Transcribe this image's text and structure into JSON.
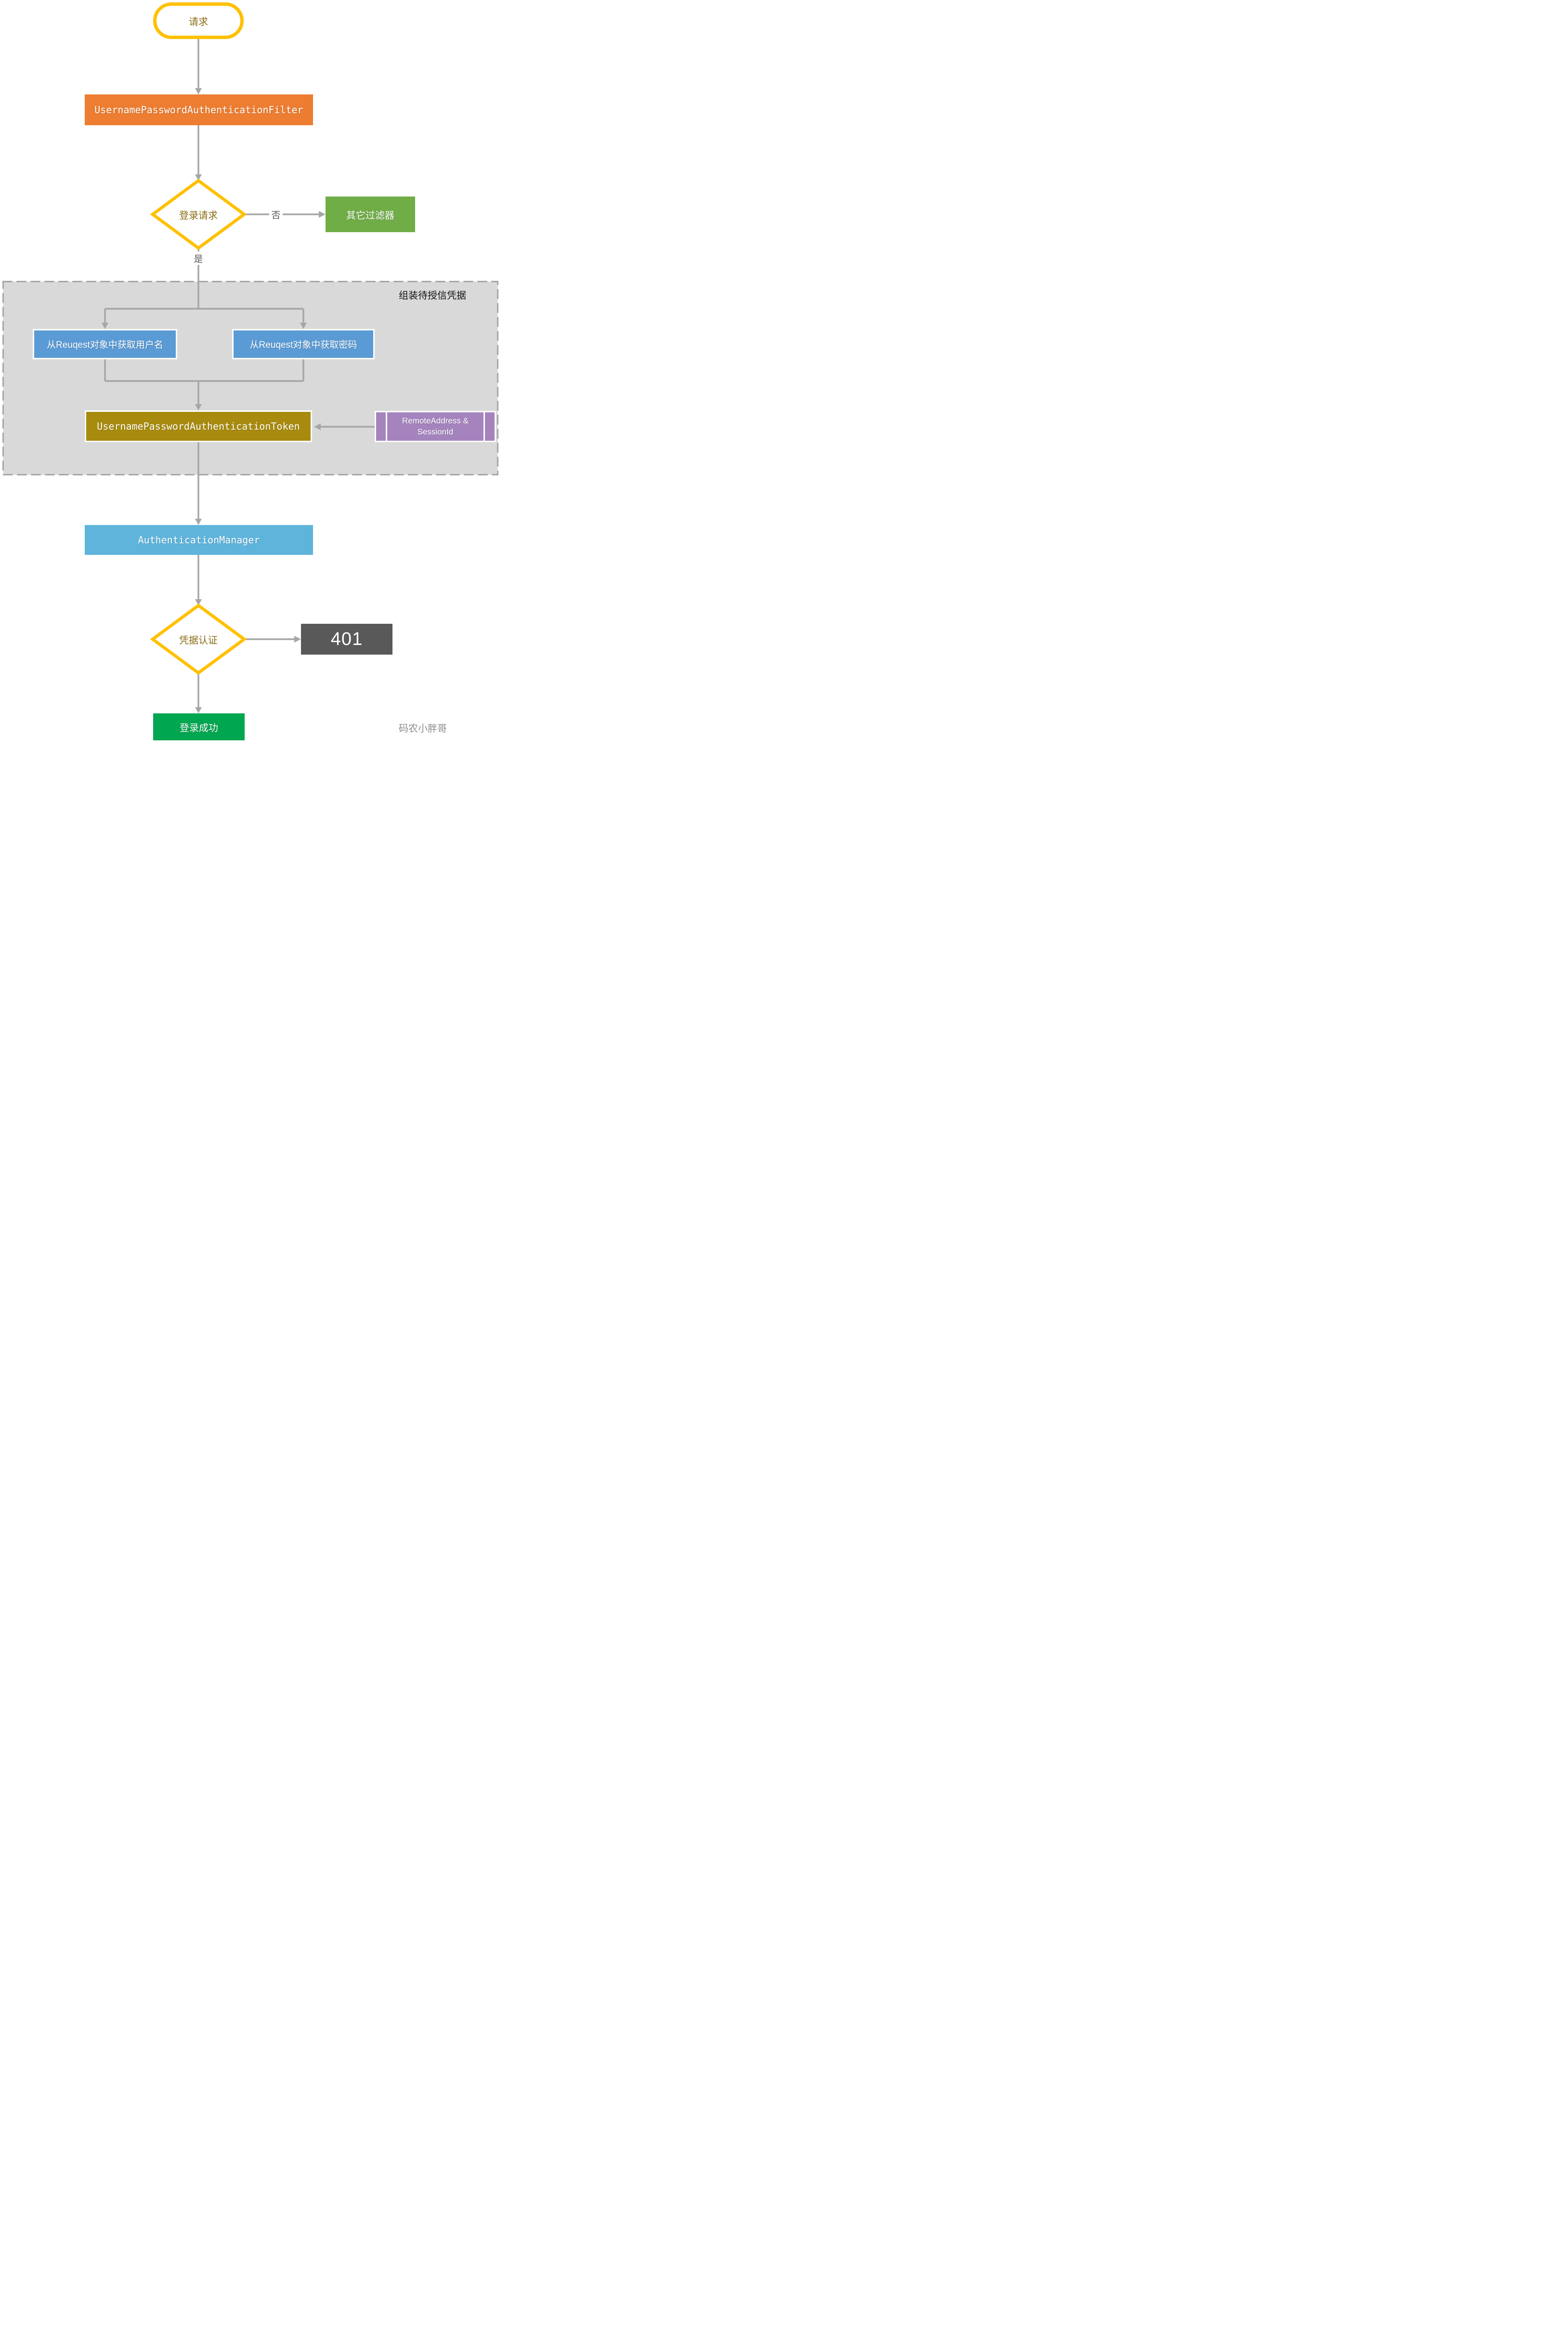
{
  "diagram": {
    "type": "flowchart",
    "container": {
      "label": "组装待授信凭据"
    },
    "nodes": {
      "start": {
        "label": "请求"
      },
      "filter": {
        "label": "UsernamePasswordAuthenticationFilter"
      },
      "login_decision": {
        "label": "登录请求"
      },
      "other_filters": {
        "label": "其它过滤器"
      },
      "get_username": {
        "label": "从Reuqest对象中获取用户名"
      },
      "get_password": {
        "label": "从Reuqest对象中获取密码"
      },
      "token": {
        "label": "UsernamePasswordAuthenticationToken"
      },
      "remote_session": {
        "line1": "RemoteAddress &",
        "line2": "SessionId"
      },
      "auth_manager": {
        "label": "AuthenticationManager"
      },
      "credential_decision": {
        "label": "凭据认证"
      },
      "error_401": {
        "label": "401"
      },
      "success": {
        "label": "登录成功"
      }
    },
    "edge_labels": {
      "no": "否",
      "yes": "是"
    },
    "watermark": {
      "label": "码农小胖哥"
    },
    "colors": {
      "decision_border_yellow": "#FFC000",
      "decision_text_gold": "#8A6C14",
      "filter_orange": "#ED7D31",
      "other_filters_green": "#70AD47",
      "request_blue": "#5B9BD5",
      "token_olive": "#A88B0E",
      "remote_purple": "#A584BE",
      "manager_light_blue": "#5FB4DC",
      "error_dark_gray": "#595959",
      "success_green": "#00A650",
      "connector_gray": "#A6A6A6",
      "container_fill": "#D9D9D9",
      "watermark_gray": "#8C8C8C"
    }
  }
}
